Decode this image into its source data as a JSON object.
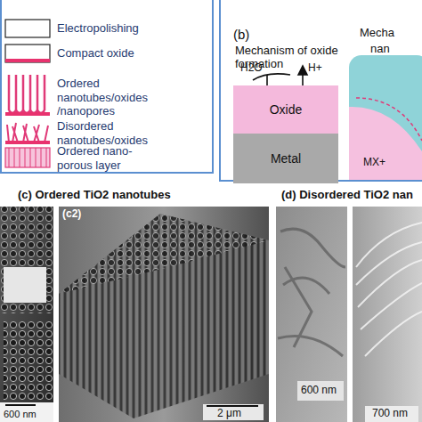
{
  "diagram": {
    "nodes": [
      {
        "text": [
          "(b)",
          "Mechanism of oxide formation"
        ]
      },
      {
        "text": [
          "Oxide"
        ],
        "in": 0
      },
      {
        "text": [
          "Metal"
        ],
        "in": 0
      }
    ],
    "labels": [
      "H2O",
      "H+",
      "Mecha",
      "nan",
      "MX+",
      "(c) Ordered TiO2 nanotubes",
      "(c2)",
      "600 nm",
      "2 μm",
      "(d) Disordered TiO2 nan",
      "600 nm",
      "700 nm"
    ],
    "legend": [
      {
        "text": "Electropolishing"
      },
      {
        "text": "Compact oxide"
      },
      {
        "text": "Ordered nanotubes/oxides /nanopores"
      },
      {
        "text": "Disordered nanotubes/oxides"
      },
      {
        "text": "Ordered nano-porous layer"
      }
    ]
  }
}
